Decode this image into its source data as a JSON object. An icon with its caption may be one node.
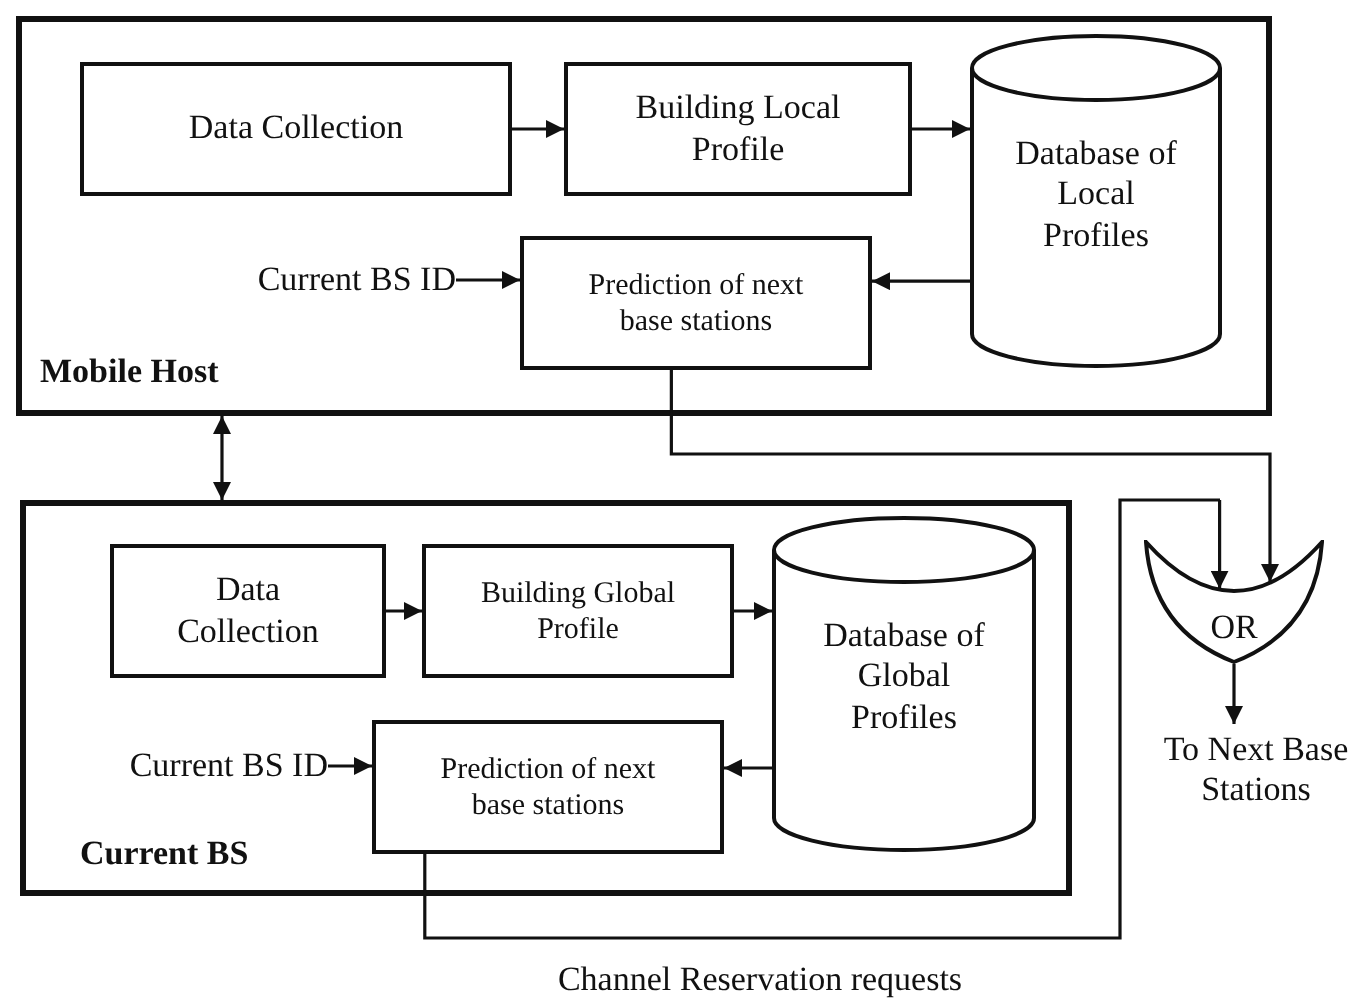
{
  "diagram": {
    "nodes": [
      {
        "text": [
          "Mobile Host"
        ]
      },
      {
        "text": [
          "Data Collection"
        ],
        "in": 0
      },
      {
        "text": [
          "Building Local Profile"
        ],
        "in": 0
      },
      {
        "text": [
          "Database of Local Profiles"
        ],
        "in": 0
      },
      {
        "text": [
          "Current BS ID"
        ],
        "in": 0
      },
      {
        "text": [
          "Prediction of next base stations"
        ],
        "in": 0
      },
      {
        "text": [
          "Current BS"
        ]
      },
      {
        "text": [
          "Data Collection"
        ],
        "in": 6
      },
      {
        "text": [
          "Building Global Profile"
        ],
        "in": 6
      },
      {
        "text": [
          "Database of Global Profiles"
        ],
        "in": 6
      },
      {
        "text": [
          "Current BS ID"
        ],
        "in": 6
      },
      {
        "text": [
          "Prediction of next base stations"
        ],
        "in": 6
      },
      {
        "text": [
          "OR"
        ]
      },
      {
        "text": [
          "To Next Base Stations"
        ]
      }
    ],
    "edges": [
      {
        "from": 1,
        "to": 2,
        "arrow": "to"
      },
      {
        "from": 2,
        "to": 3,
        "arrow": "to"
      },
      {
        "from": 3,
        "to": 5,
        "arrow": "to"
      },
      {
        "from": 4,
        "to": 5,
        "arrow": "to"
      },
      {
        "from": 0,
        "to": 6,
        "arrow": "both"
      },
      {
        "from": 7,
        "to": 8,
        "arrow": "to"
      },
      {
        "from": 8,
        "to": 9,
        "arrow": "to"
      },
      {
        "from": 9,
        "to": 11,
        "arrow": "to"
      },
      {
        "from": 10,
        "to": 11,
        "arrow": "to"
      },
      {
        "from": 5,
        "to": 12,
        "arrow": "to"
      },
      {
        "from": 11,
        "to": 12,
        "arrow": "to"
      },
      {
        "from": 12,
        "to": 13,
        "arrow": "to"
      }
    ],
    "labels": [
      "Channel Reservation requests"
    ]
  }
}
